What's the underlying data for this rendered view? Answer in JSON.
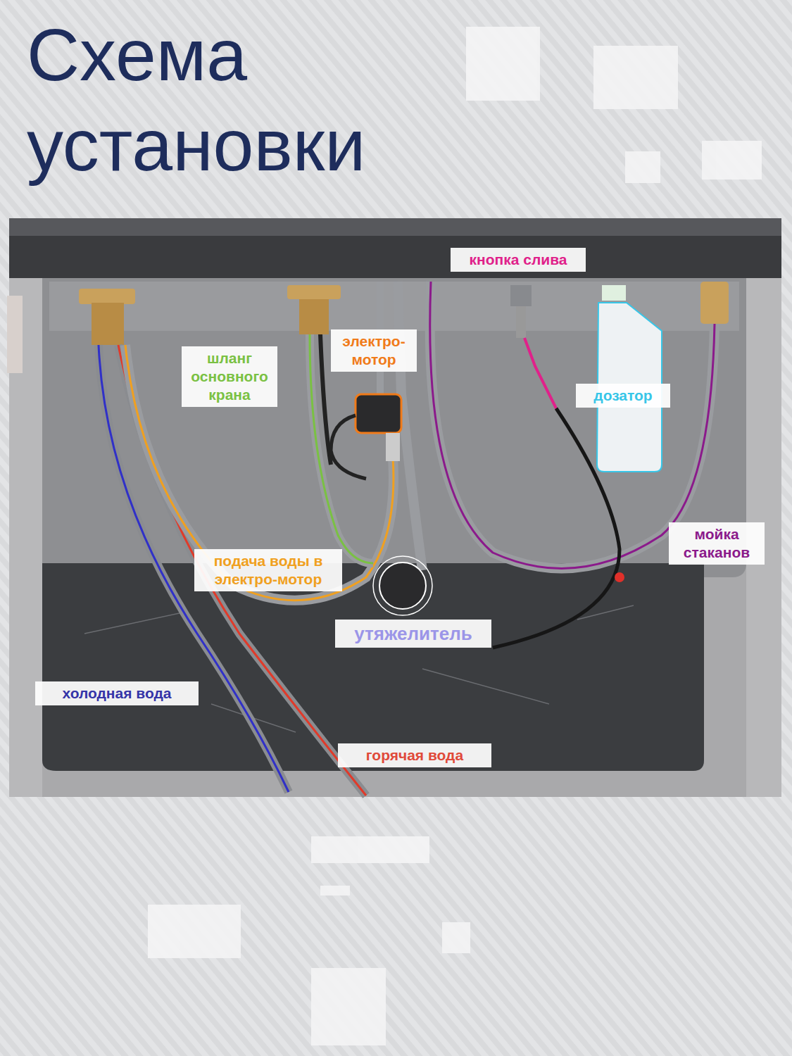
{
  "diagram": {
    "title": "Схема установки",
    "labels": [
      "кнопка слива",
      "шланг основного крана",
      "электро-мотор",
      "дозатор",
      "мойка стаканов",
      "подача воды в электро-мотор",
      "утяжелитель",
      "холодная вода",
      "горячая вода"
    ]
  }
}
